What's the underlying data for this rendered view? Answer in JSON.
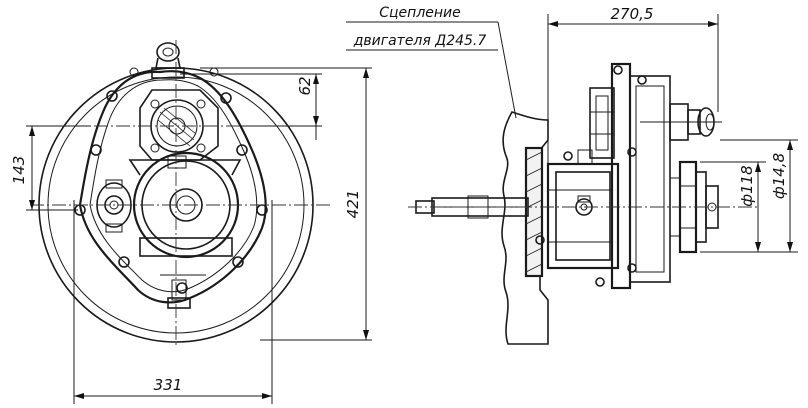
{
  "drawing": {
    "dimensions": {
      "bolt_circle_height": "143",
      "flange_offset": "62",
      "overall_height": "421",
      "overall_width": "331",
      "overall_length": "270,5",
      "pulley_diameter": "ф118",
      "flange_diameter": "ф14,8"
    },
    "note": {
      "line1": "Сцепление",
      "line2": "двигателя Д245.7"
    }
  }
}
